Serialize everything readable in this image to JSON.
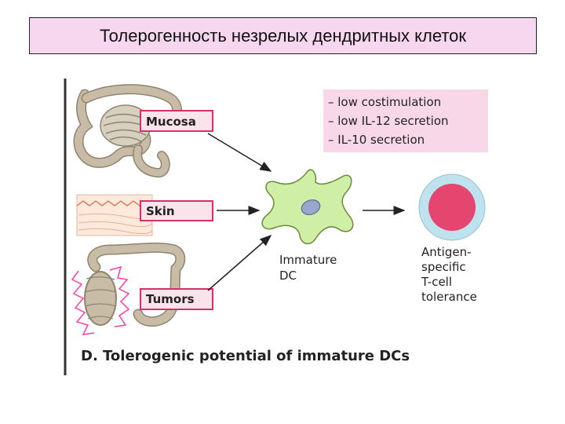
{
  "slide": {
    "title": "Толерогенность  незрелых дендритных клеток"
  },
  "figure": {
    "sources": {
      "mucosa": "Mucosa",
      "skin": "Skin",
      "tumors": "Tumors"
    },
    "properties": [
      "– low costimulation",
      "– low IL-12 secretion",
      "– IL-10 secretion"
    ],
    "dc_label": [
      "Immature",
      "DC"
    ],
    "outcome_label": [
      "Antigen-",
      "specific",
      "T-cell",
      "tolerance"
    ],
    "caption": "D. Tolerogenic potential of immature DCs"
  },
  "colors": {
    "title_bg": "#f7d6f0",
    "label_box_bg": "#fbe3ec",
    "label_box_border": "#d62f6a",
    "properties_bg": "#f8d8e8",
    "dc_fill": "#cfeea6",
    "dc_nucleus": "#9aa6cc",
    "tcell_outer": "#bfe3ee",
    "tcell_inner": "#e4466f",
    "tumor_outline": "#ff3fa0",
    "intestine": "#c8bca6"
  }
}
